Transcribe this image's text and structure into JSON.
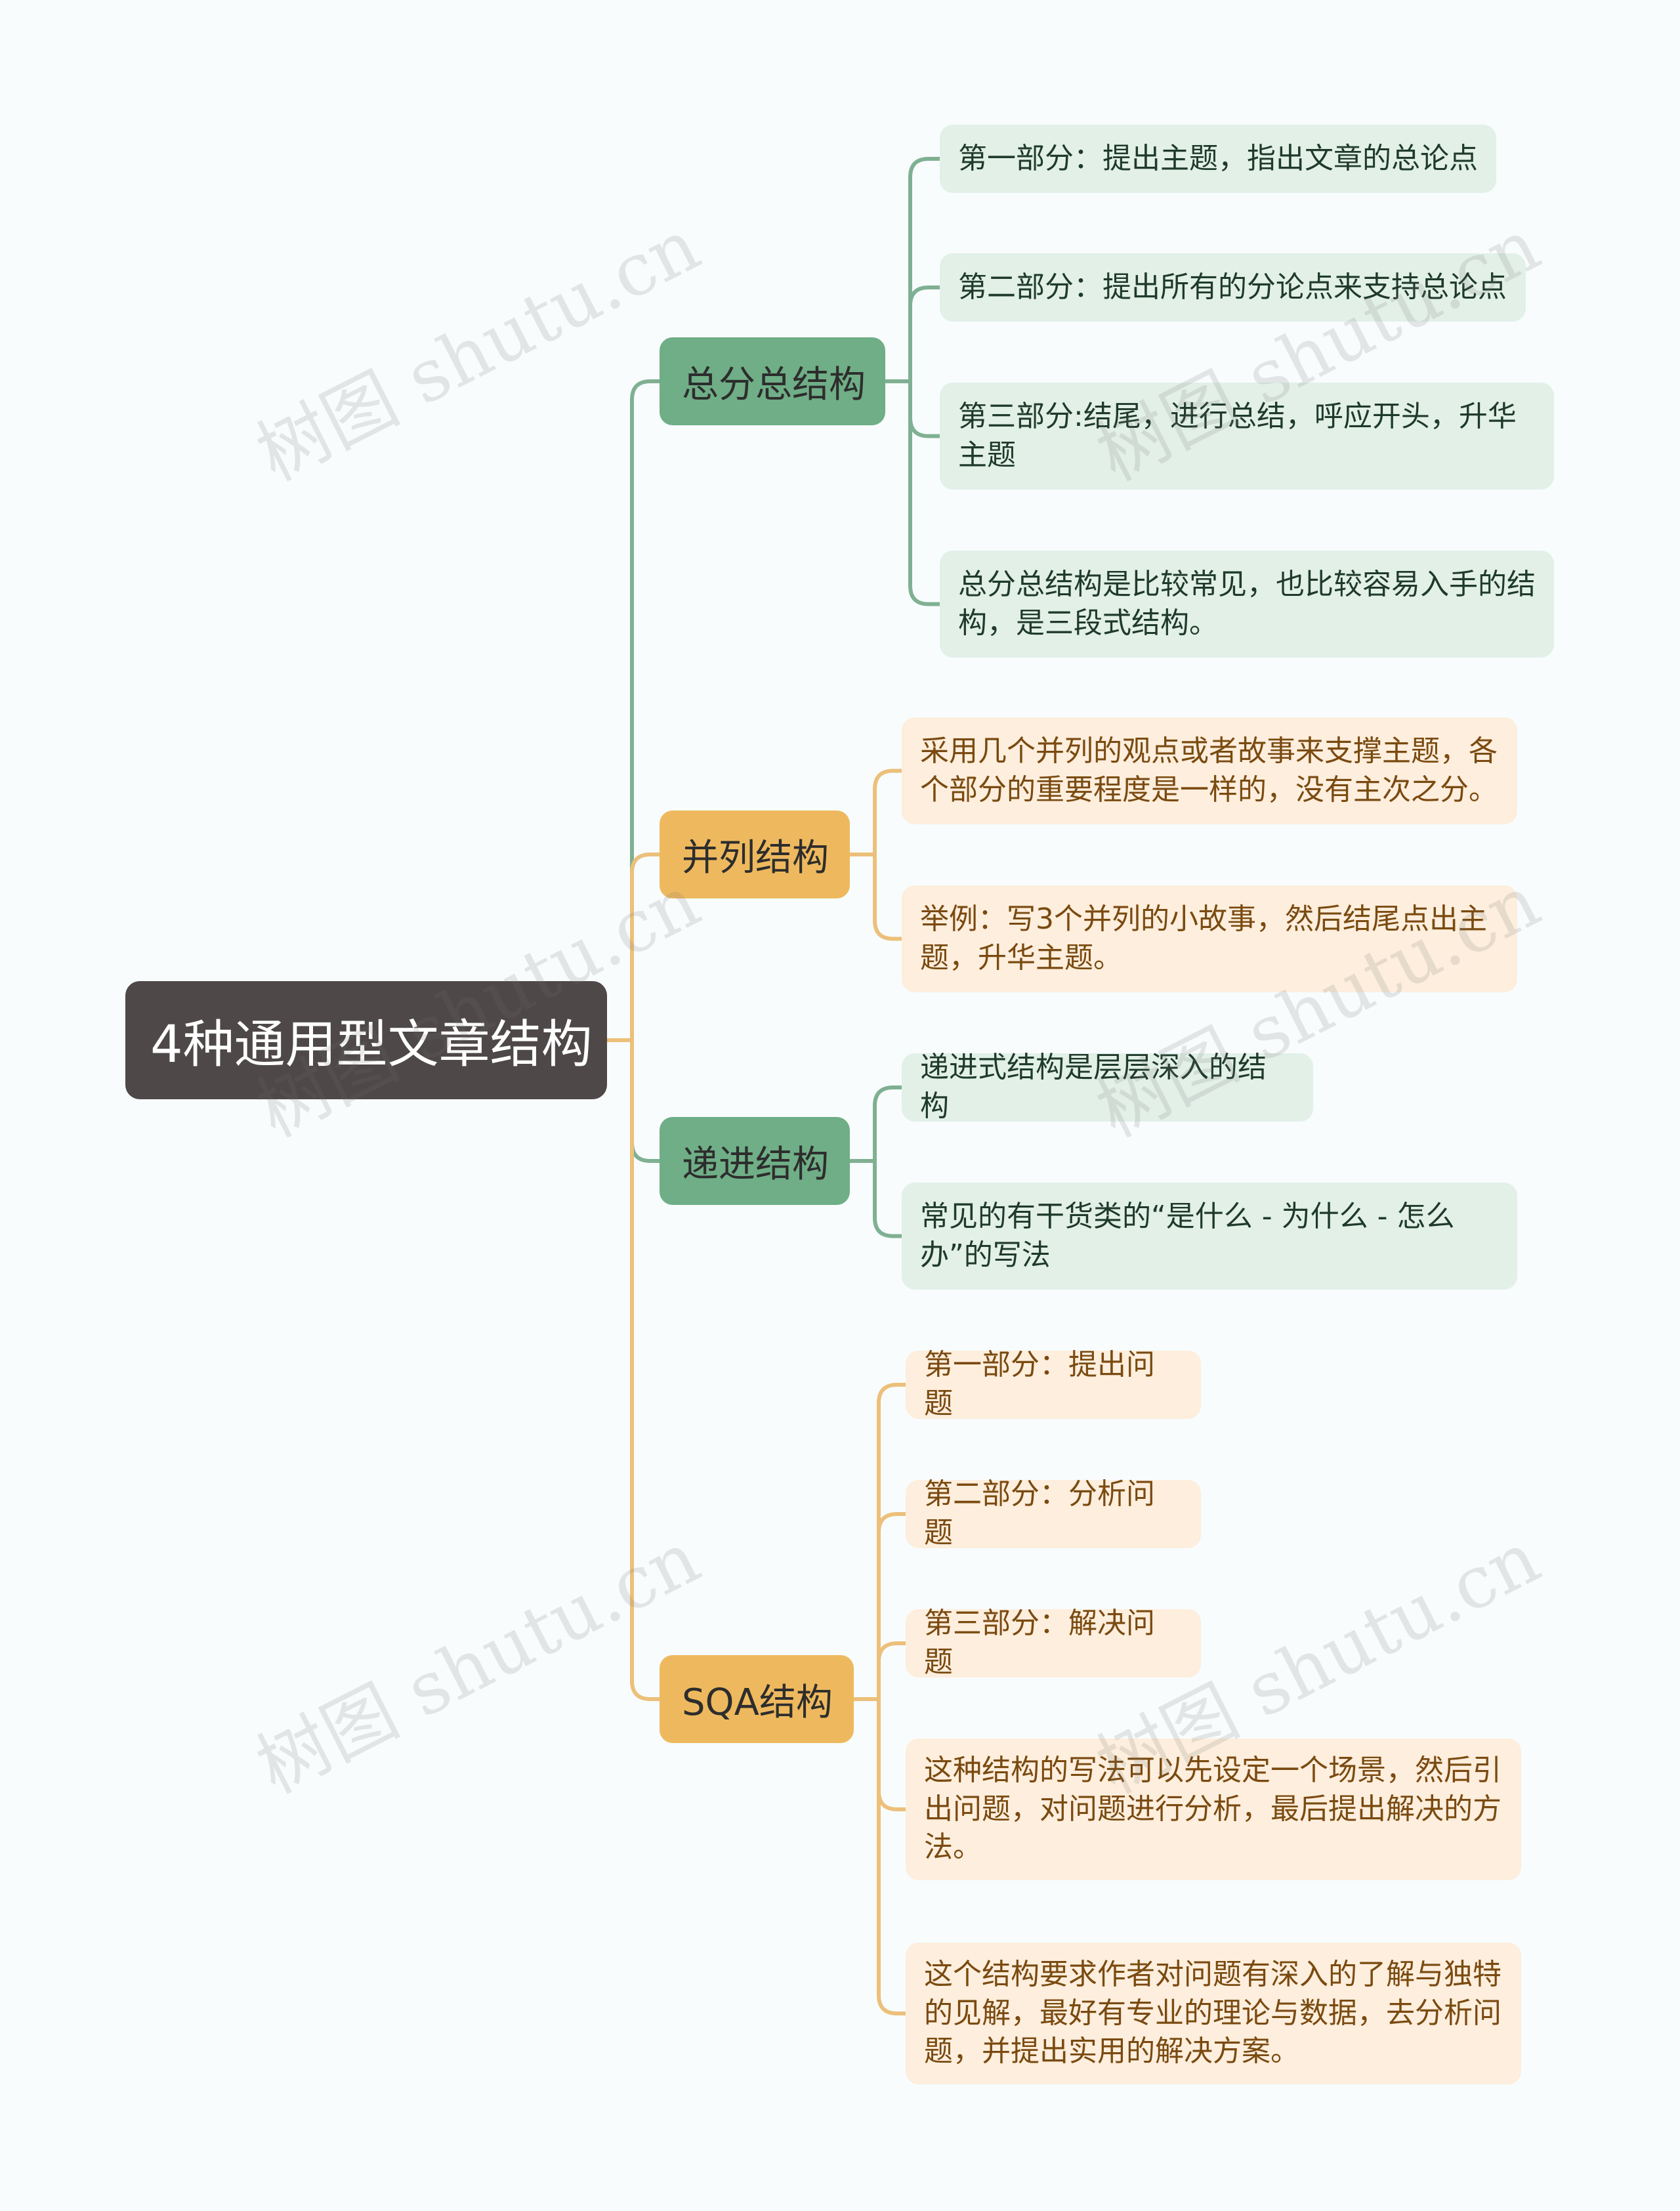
{
  "root": {
    "label": "4种通用型文章结构"
  },
  "colors": {
    "background": "#f8fcfd",
    "root_fill": "#4e4848",
    "green_branch": "#6fae86",
    "green_leaf": "#e2f0e8",
    "green_line": "#7fb092",
    "orange_branch": "#eeb95e",
    "orange_leaf": "#fdeedd",
    "orange_line": "#ecc07a"
  },
  "branches": [
    {
      "label": "总分总结构",
      "color": "green",
      "children": [
        "第一部分：提出主题，指出文章的总论点",
        "第二部分：提出所有的分论点来支持总论点",
        "第三部分:结尾，进行总结，呼应开头，升华主题",
        "总分总结构是比较常见，也比较容易入手的结构，是三段式结构。"
      ]
    },
    {
      "label": "并列结构",
      "color": "orange",
      "children": [
        "采用几个并列的观点或者故事来支撑主题，各个部分的重要程度是一样的，没有主次之分。",
        "举例：写3个并列的小故事，然后结尾点出主题，升华主题。"
      ]
    },
    {
      "label": "递进结构",
      "color": "green",
      "children": [
        "递进式结构是层层深入的结构",
        "常见的有干货类的“是什么 - 为什么 - 怎么办”的写法"
      ]
    },
    {
      "label": "SQA结构",
      "color": "orange",
      "children": [
        "第一部分：提出问题",
        "第二部分：分析问题",
        "第三部分：解决问题",
        "这种结构的写法可以先设定一个场景，然后引出问题，对问题进行分析，最后提出解决的方法。",
        "这个结构要求作者对问题有深入的了解与独特的见解，最好有专业的理论与数据，去分析问题，并提出实用的解决方案。"
      ]
    }
  ],
  "watermark": "树图 shutu.cn"
}
